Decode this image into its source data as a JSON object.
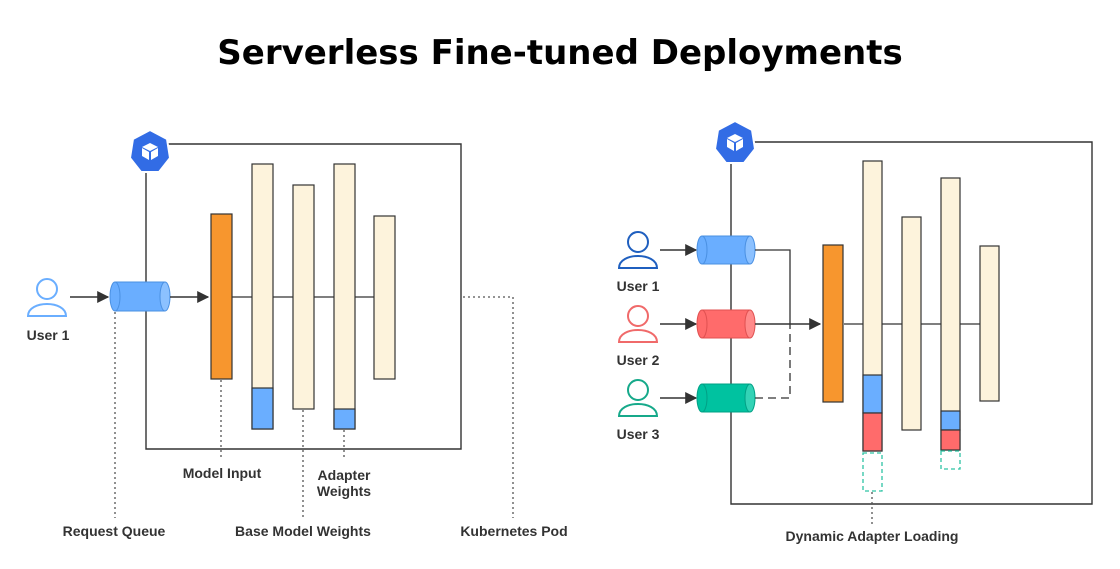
{
  "title": "Serverless Fine-tuned Deployments",
  "left_panel": {
    "user_label": "User 1",
    "model_input_label": "Model Input",
    "adapter_weights_label_line1": "Adapter",
    "adapter_weights_label_line2": "Weights",
    "request_queue_label": "Request Queue",
    "base_model_weights_label": "Base Model Weights",
    "kubernetes_pod_label": "Kubernetes Pod"
  },
  "right_panel": {
    "users": [
      {
        "label": "User 1",
        "color": "#1f5fbf",
        "queue_color": "#6aaeff"
      },
      {
        "label": "User 2",
        "color": "#f06a6a",
        "queue_color": "#ff6b6b"
      },
      {
        "label": "User 3",
        "color": "#16a98a",
        "queue_color": "#00c2a0"
      }
    ],
    "dynamic_adapter_label": "Dynamic Adapter Loading"
  },
  "colors": {
    "model_input": "#f7962e",
    "layer_fill": "#fdf3dc",
    "adapter_blue": "#6aaeff",
    "adapter_red": "#ff6b6b",
    "adapter_teal": "#2ec4a5",
    "k8s_blue": "#326ce5",
    "user_left": "#6aaeff",
    "line": "#333333"
  },
  "icons": [
    "user-icon",
    "kubernetes-icon",
    "queue-cylinder"
  ]
}
